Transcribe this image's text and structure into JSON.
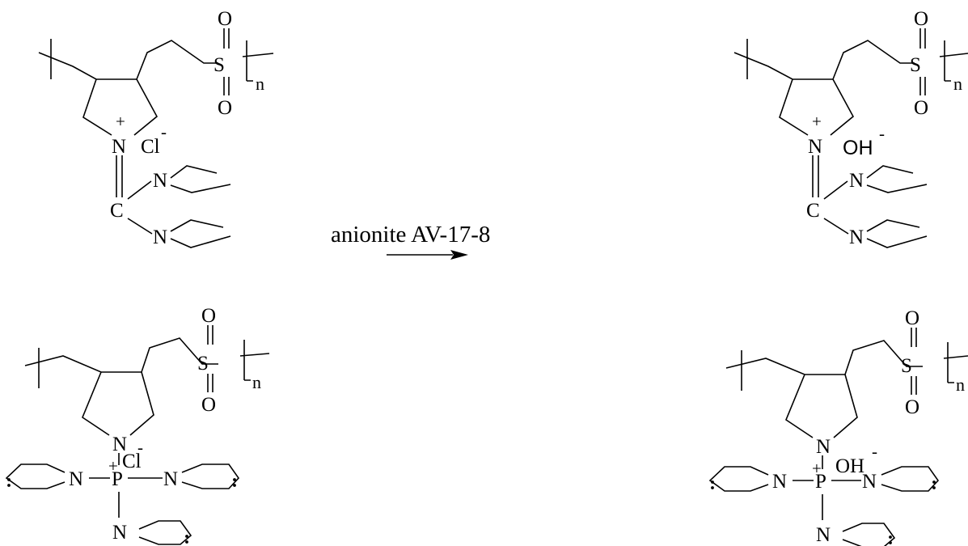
{
  "reaction": {
    "reagent": "anionite AV-17-8",
    "arrow": "reaction-arrow-icon"
  },
  "atoms": {
    "oxygen": "O",
    "sulfur": "S",
    "nitrogen": "N",
    "carbon": "C",
    "phosphorus": "P",
    "plus": "+",
    "minus": "-",
    "repeat_n": "n",
    "chloride": "Cl",
    "hydroxide": "OH"
  },
  "structures": [
    {
      "id": "guanidinium-chloride",
      "anion": "Cl",
      "head_group": "guanidinium"
    },
    {
      "id": "guanidinium-hydroxide",
      "anion": "OH",
      "head_group": "guanidinium"
    },
    {
      "id": "phosphonium-chloride",
      "anion": "Cl",
      "head_group": "phosphonium"
    },
    {
      "id": "phosphonium-hydroxide",
      "anion": "OH",
      "head_group": "phosphonium"
    }
  ]
}
